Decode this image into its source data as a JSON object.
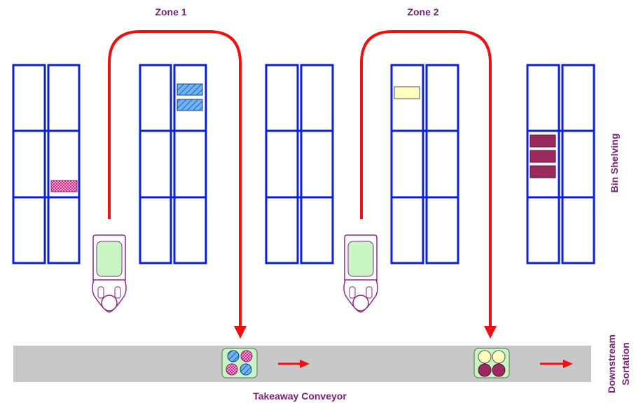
{
  "labels": {
    "zone1": "Zone 1",
    "zone2": "Zone 2",
    "bin_shelving": "Bin Shelving",
    "takeaway_conveyor": "Takeaway Conveyor",
    "downstream_line1": "Downstream",
    "downstream_line2": "Sortation"
  },
  "colors": {
    "shelf_stroke": "#0a1fe0",
    "route": "#ee1111",
    "label": "#7a1f7a",
    "conveyor": "#c8c8c8",
    "tote_fill": "#c9f5c4",
    "item_pink": "#e0207a",
    "item_blue": "#3a8fd8",
    "item_yellow": "#ffffc0",
    "item_maroon": "#9b2a5e"
  },
  "icons": {
    "route": "red-route-arrow",
    "flow": "red-flow-arrow",
    "picker": "picker-with-cart-icon"
  }
}
